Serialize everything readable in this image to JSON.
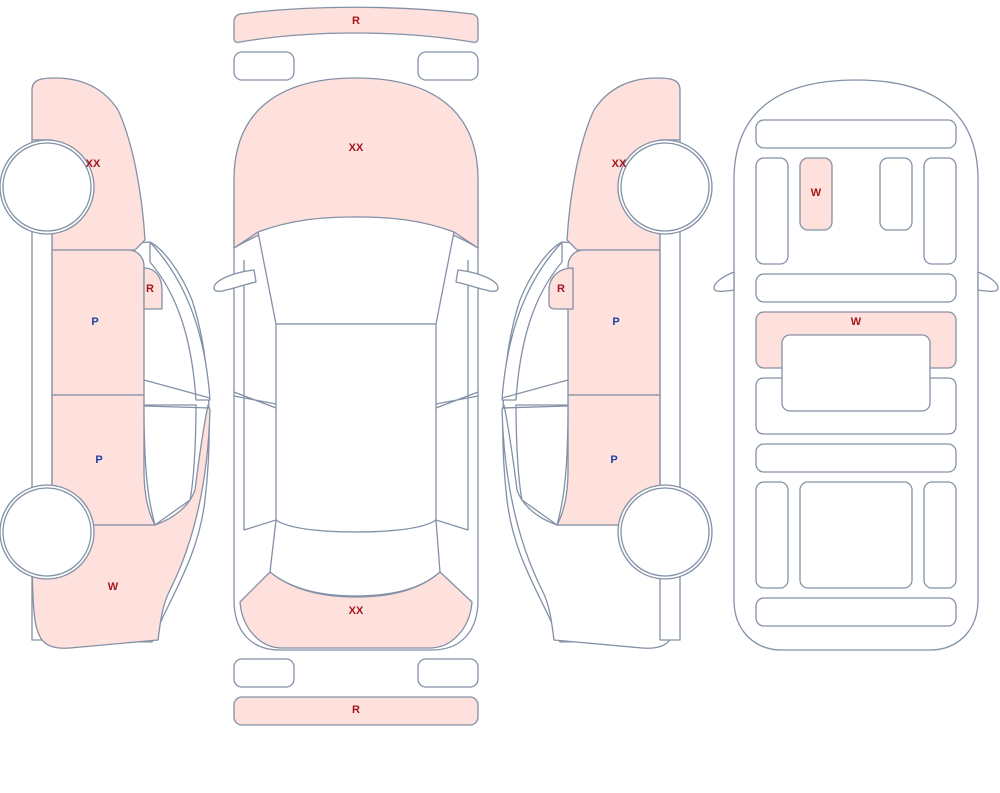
{
  "legend_codes": {
    "R": "R",
    "XX": "XX",
    "P": "P",
    "W": "W"
  },
  "colors": {
    "damage_fill": "#fee0dd",
    "outline": "#8391a6",
    "code_red": "#a3171c",
    "code_blue": "#1e42a0"
  },
  "markings": {
    "left_side": {
      "front_fender": "XX",
      "mirror": "R",
      "front_door": "P",
      "rear_door": "P",
      "rear_quarter": "W"
    },
    "top_view": {
      "front_bumper": "R",
      "hood": "XX",
      "trunk": "XX",
      "rear_bumper": "R"
    },
    "right_side": {
      "front_fender": "XX",
      "mirror": "R",
      "front_door": "P",
      "rear_door": "P"
    },
    "interior": {
      "front_seat_panel": "W",
      "middle_bench": "W"
    }
  }
}
